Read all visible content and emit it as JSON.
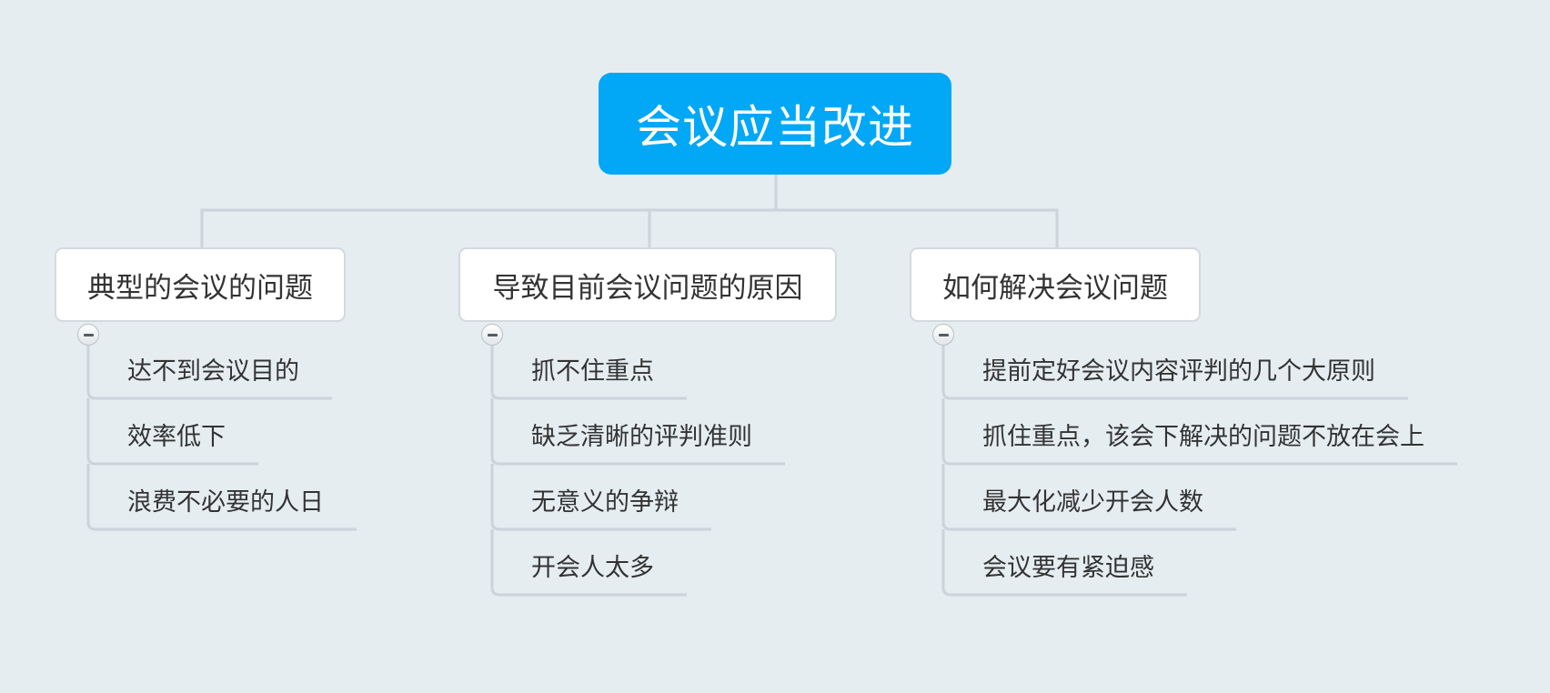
{
  "root": {
    "label": "会议应当改进"
  },
  "branches": [
    {
      "label": "典型的会议的问题",
      "children": [
        "达不到会议目的",
        "效率低下",
        "浪费不必要的人日"
      ]
    },
    {
      "label": "导致目前会议问题的原因",
      "children": [
        "抓不住重点",
        "缺乏清晰的评判准则",
        "无意义的争辩",
        "开会人太多"
      ]
    },
    {
      "label": "如何解决会议问题",
      "children": [
        "提前定好会议内容评判的几个大原则",
        "抓住重点，该会下解决的问题不放在会上",
        "最大化减少开会人数",
        "会议要有紧迫感"
      ]
    }
  ],
  "colors": {
    "root_fill": "#02a7f6",
    "connector": "#ccd4d9",
    "background": "#e6edf1"
  },
  "icons": {
    "collapse": "minus-circle-icon"
  }
}
